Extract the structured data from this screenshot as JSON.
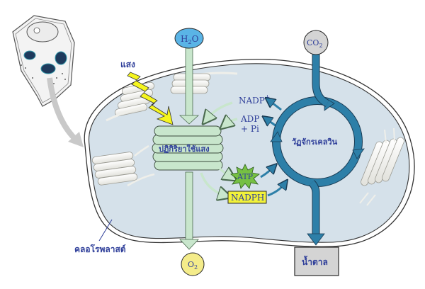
{
  "diagram": {
    "title": "Photosynthesis in the chloroplast",
    "labels": {
      "light": "แสง",
      "water": "H",
      "water_sub": "2",
      "water_tail": "O",
      "carbon_dioxide": "CO",
      "carbon_dioxide_sub": "2",
      "oxygen": "O",
      "oxygen_sub": "2",
      "light_reaction": "ปฏิกิริยาใช้แสง",
      "calvin_cycle": "วัฏจักรเคลวิน",
      "nadp_plus": "NADP",
      "nadp_sup": "+",
      "adp": "ADP",
      "pi": "+ Pi",
      "atp": "ATP",
      "nadph": "NADPH",
      "sugar": "น้ำตาล",
      "chloroplast": "คลอโรพลาสต์"
    },
    "colors": {
      "stroma": "#d5e1ea",
      "thylakoid_green": "#c8e6cc",
      "calvin_blue": "#2d7fa8",
      "water_blue": "#5ab4e6",
      "co2_gray": "#d4d4d4",
      "o2_yellow": "#f4ec8a",
      "atp_green": "#76c043",
      "nadph_yellow": "#f2f23a",
      "light_yellow": "#f5f51e",
      "label_blue": "#2f3f9a",
      "sugar_box": "#d4d4d4"
    },
    "nodes": [
      {
        "id": "water",
        "label": "H2O",
        "role": "input"
      },
      {
        "id": "co2",
        "label": "CO2",
        "role": "input"
      },
      {
        "id": "light",
        "label": "แสง",
        "role": "input"
      },
      {
        "id": "light_reaction",
        "label": "ปฏิกิริยาใช้แสง",
        "role": "process"
      },
      {
        "id": "calvin_cycle",
        "label": "วัฏจักรเคลวิน",
        "role": "process"
      },
      {
        "id": "atp",
        "label": "ATP",
        "role": "intermediate"
      },
      {
        "id": "nadph",
        "label": "NADPH",
        "role": "intermediate"
      },
      {
        "id": "nadp_plus",
        "label": "NADP+",
        "role": "intermediate"
      },
      {
        "id": "adp_pi",
        "label": "ADP + Pi",
        "role": "intermediate"
      },
      {
        "id": "o2",
        "label": "O2",
        "role": "output"
      },
      {
        "id": "sugar",
        "label": "น้ำตาล",
        "role": "output"
      }
    ],
    "edges": [
      {
        "from": "water",
        "to": "light_reaction"
      },
      {
        "from": "light",
        "to": "light_reaction"
      },
      {
        "from": "light_reaction",
        "to": "o2"
      },
      {
        "from": "light_reaction",
        "to": "atp"
      },
      {
        "from": "light_reaction",
        "to": "nadph"
      },
      {
        "from": "atp",
        "to": "calvin_cycle"
      },
      {
        "from": "nadph",
        "to": "calvin_cycle"
      },
      {
        "from": "calvin_cycle",
        "to": "nadp_plus"
      },
      {
        "from": "calvin_cycle",
        "to": "adp_pi"
      },
      {
        "from": "nadp_plus",
        "to": "light_reaction"
      },
      {
        "from": "adp_pi",
        "to": "light_reaction"
      },
      {
        "from": "co2",
        "to": "calvin_cycle"
      },
      {
        "from": "calvin_cycle",
        "to": "sugar"
      }
    ]
  }
}
